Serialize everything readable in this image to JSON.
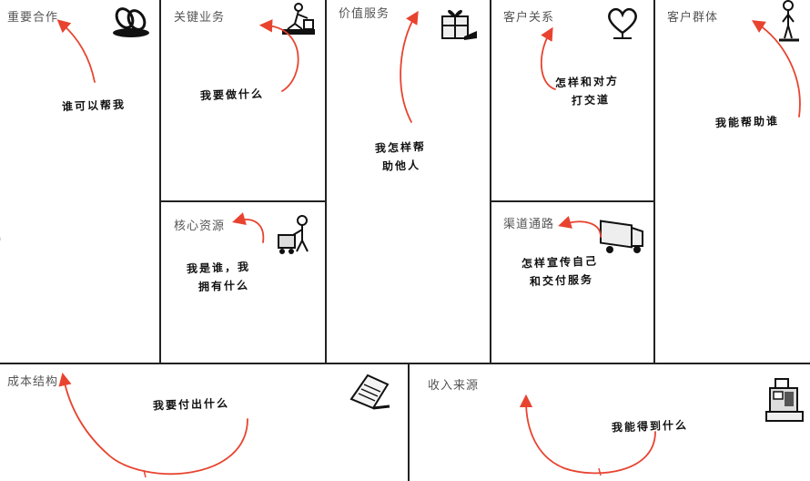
{
  "edge_mark": ")",
  "blocks": {
    "key_partners": {
      "title": "重要合作",
      "note": "谁可以帮我",
      "icon": "chain-link-icon"
    },
    "key_activities": {
      "title": "关键业务",
      "note": "我要做什么",
      "icon": "worker-icon"
    },
    "key_resources": {
      "title": "核心资源",
      "note_line1": "我是谁，我",
      "note_line2": "拥有什么",
      "icon": "person-with-cart-icon"
    },
    "value_propositions": {
      "title": "价值服务",
      "note_line1": "我怎样帮",
      "note_line2": "助他人",
      "icon": "gift-box-icon"
    },
    "customer_relationships": {
      "title": "客户关系",
      "note_line1": "怎样和对方",
      "note_line2": "打交道",
      "icon": "heart-icon"
    },
    "channels": {
      "title": "渠道通路",
      "note_line1": "怎样宣传自己",
      "note_line2": "和交付服务",
      "icon": "delivery-truck-icon"
    },
    "customer_segments": {
      "title": "客户群体",
      "note": "我能帮助谁",
      "icon": "standing-person-icon"
    },
    "cost_structure": {
      "title": "成本结构",
      "note": "我要付出什么",
      "icon": "document-icon"
    },
    "revenue_streams": {
      "title": "收入来源",
      "note": "我能得到什么",
      "icon": "cash-register-icon"
    }
  },
  "colors": {
    "arrow": "#e8432f",
    "border": "#222222",
    "title": "#555555"
  }
}
